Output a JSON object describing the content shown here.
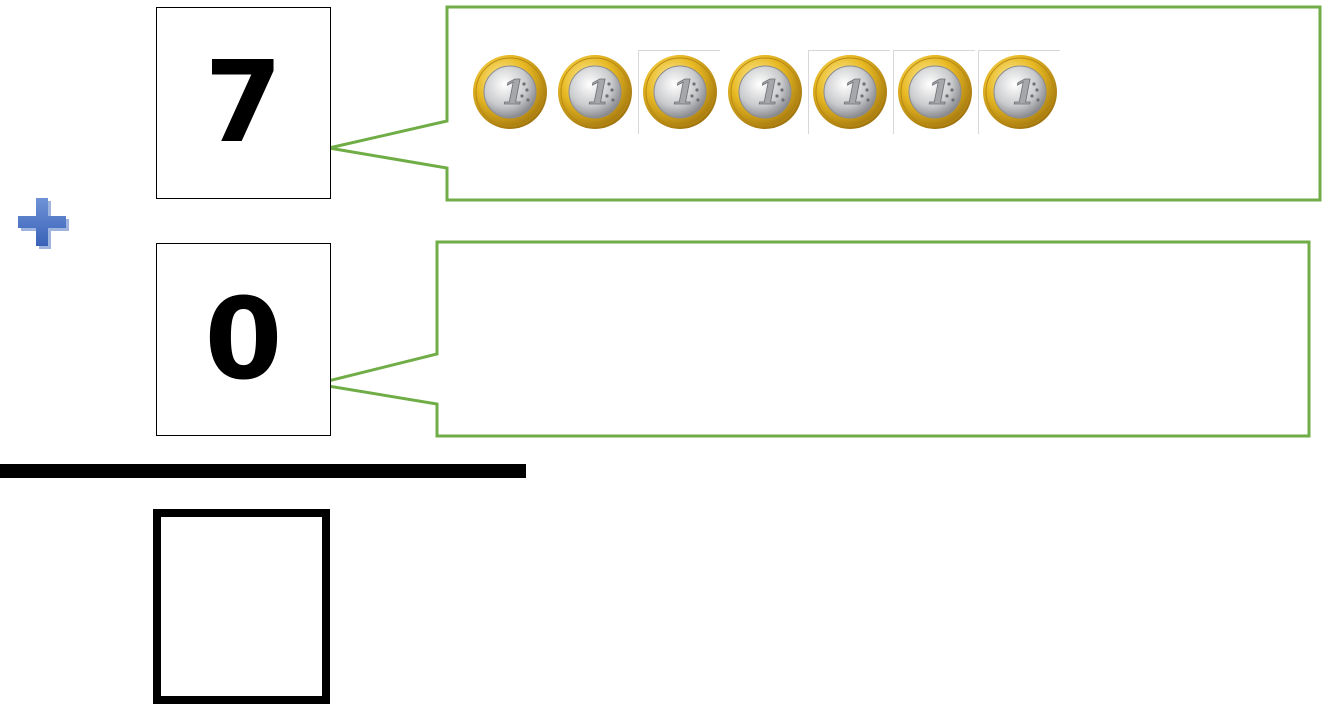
{
  "first_addend": {
    "value": "7",
    "coin_count": 7,
    "coin_label": "1"
  },
  "operator": {
    "symbol": "plus-icon",
    "color": "#4472C4"
  },
  "second_addend": {
    "value": "0",
    "coin_count": 0
  },
  "answer": {
    "value": ""
  },
  "colors": {
    "callout_border": "#70AD47",
    "coin_gold": "#E8B923",
    "coin_silver": "#C9CACC",
    "text": "#000000"
  }
}
